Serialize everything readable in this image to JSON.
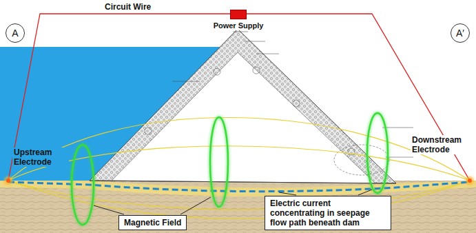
{
  "diagram": {
    "nodes": [
      {
        "text": [
          "A"
        ]
      },
      {
        "text": [
          "Power Supply"
        ]
      },
      {
        "text": [
          "A′"
        ]
      },
      {
        "text": [
          "Magnetic Field"
        ]
      },
      {
        "text": [
          "Electric current concentrating in seepage flow path beneath dam"
        ]
      }
    ],
    "labels": [
      "Circuit Wire",
      "Upstream Electrode",
      "Downstream Electrode"
    ]
  }
}
